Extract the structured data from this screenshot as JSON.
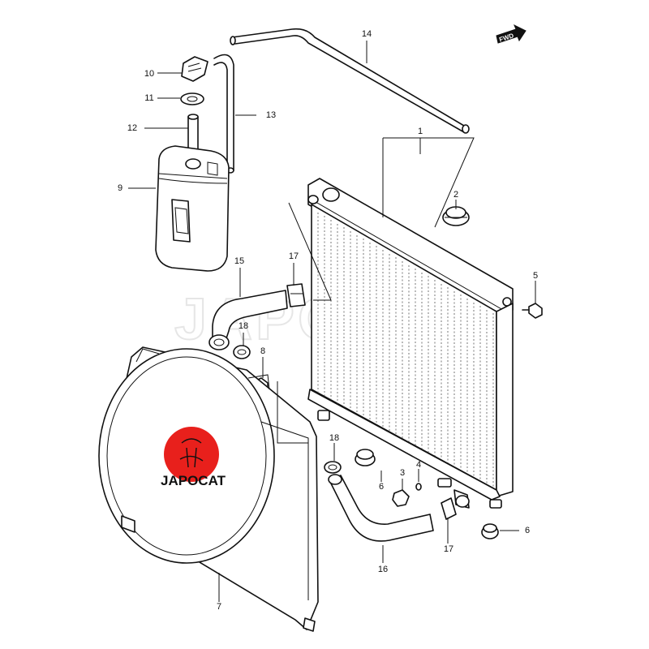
{
  "watermark": "JAPOCAT",
  "logo": {
    "text": "JAPOCAT",
    "color": "#e8201c"
  },
  "direction_badge": "FWD",
  "callouts": {
    "c1": "1",
    "c2": "2",
    "c3": "3",
    "c4": "4",
    "c5": "5",
    "c6a": "6",
    "c6b": "6",
    "c7": "7",
    "c8": "8",
    "c9": "9",
    "c10": "10",
    "c11": "11",
    "c12": "12",
    "c13": "13",
    "c14": "14",
    "c15": "15",
    "c16": "16",
    "c17a": "17",
    "c17b": "17",
    "c18a": "18",
    "c18b": "18"
  }
}
